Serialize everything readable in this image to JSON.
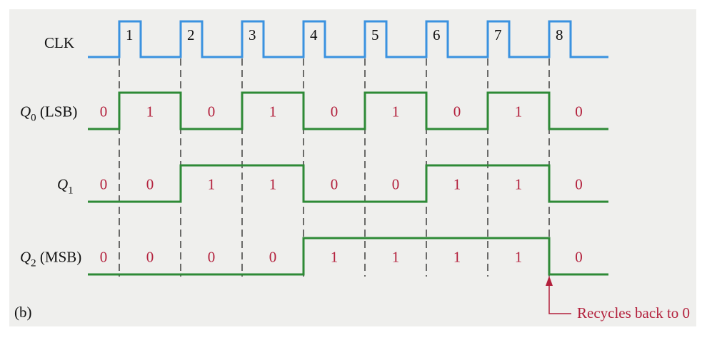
{
  "figure_label": "(b)",
  "colors": {
    "clock": "#3a92e0",
    "q": "#2e8a36",
    "value": "#b3203c",
    "dash": "#222222",
    "annotation": "#b3203c"
  },
  "clock": {
    "label": "CLK",
    "pulses": [
      "1",
      "2",
      "3",
      "4",
      "5",
      "6",
      "7",
      "8"
    ]
  },
  "signals": [
    {
      "label_main": "Q",
      "label_sub": "0",
      "label_suffix": " (LSB)",
      "values": [
        0,
        1,
        0,
        1,
        0,
        1,
        0,
        1,
        0
      ]
    },
    {
      "label_main": "Q",
      "label_sub": "1",
      "label_suffix": "",
      "values": [
        0,
        0,
        1,
        1,
        0,
        0,
        1,
        1,
        0
      ]
    },
    {
      "label_main": "Q",
      "label_sub": "2",
      "label_suffix": " (MSB)",
      "values": [
        0,
        0,
        0,
        0,
        1,
        1,
        1,
        1,
        0
      ]
    }
  ],
  "annotation": "Recycles back to 0"
}
